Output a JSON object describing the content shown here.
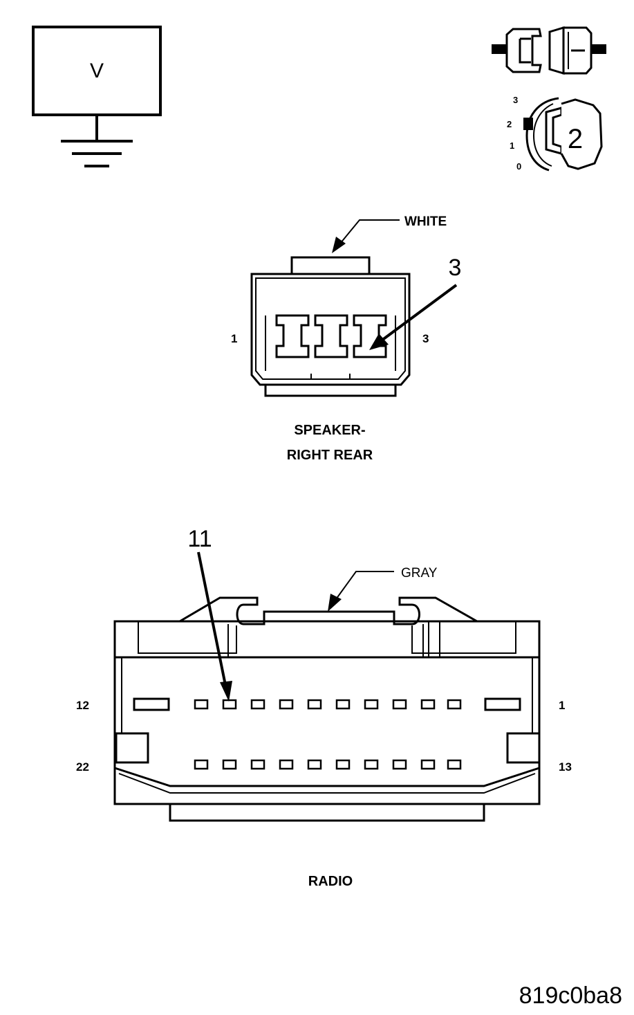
{
  "voltmeter": {
    "symbol": "V"
  },
  "ignition": {
    "positions": [
      "3",
      "2",
      "1",
      "0"
    ],
    "selected": "2"
  },
  "speaker_connector": {
    "color": "WHITE",
    "callout": "3",
    "pin_left": "1",
    "pin_right": "3",
    "title_line1": "SPEAKER-",
    "title_line2": "RIGHT REAR"
  },
  "radio_connector": {
    "color": "GRAY",
    "callout": "11",
    "pin_top_left": "12",
    "pin_top_right": "1",
    "pin_bottom_left": "22",
    "pin_bottom_right": "13",
    "title": "RADIO"
  },
  "figure_code": "819c0ba8"
}
